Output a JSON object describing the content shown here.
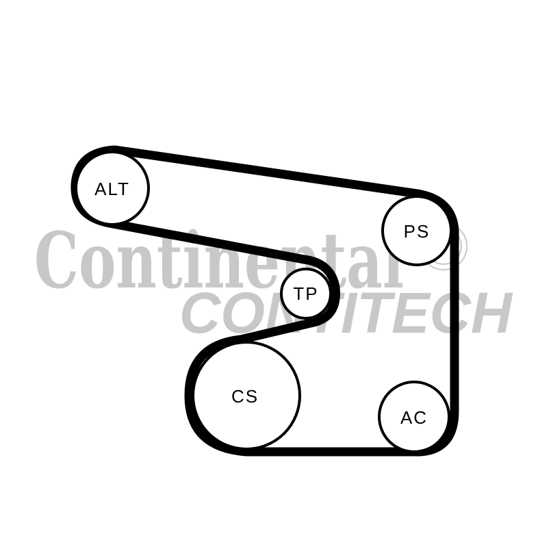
{
  "watermark": {
    "brand": "Continental",
    "sub_brand": "CONTITECH",
    "color": "#c8c8c8"
  },
  "belt": {
    "color": "#000000"
  },
  "pulleys": [
    {
      "id": "alt",
      "label": "ALT"
    },
    {
      "id": "ps",
      "label": "PS"
    },
    {
      "id": "tp",
      "label": "TP"
    },
    {
      "id": "cs",
      "label": "CS"
    },
    {
      "id": "ac",
      "label": "AC"
    }
  ]
}
